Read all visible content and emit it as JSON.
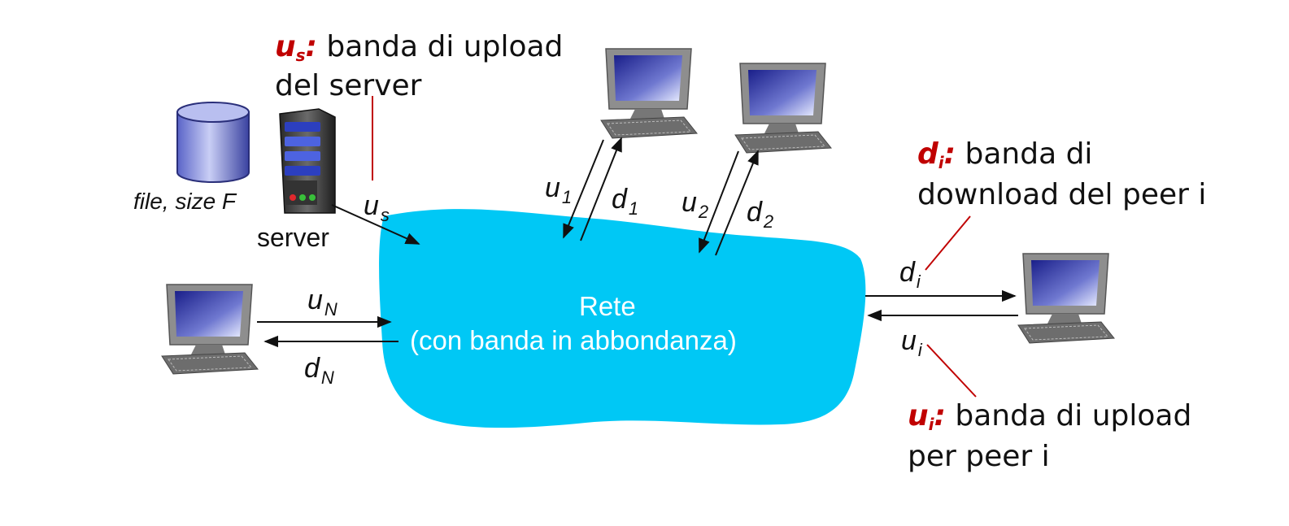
{
  "file_label": "file, size F",
  "server_label": "server",
  "network": {
    "line1": "Rete",
    "line2": "(con banda in abbondanza)"
  },
  "links": {
    "us": {
      "base": "u",
      "sub": "s"
    },
    "u1": {
      "base": "u",
      "sub": "1"
    },
    "d1": {
      "base": "d",
      "sub": "1"
    },
    "u2": {
      "base": "u",
      "sub": "2"
    },
    "d2": {
      "base": "d",
      "sub": "2"
    },
    "uN": {
      "base": "u",
      "sub": "N"
    },
    "dN": {
      "base": "d",
      "sub": "N"
    },
    "di": {
      "base": "d",
      "sub": "i"
    },
    "ui": {
      "base": "u",
      "sub": "i"
    }
  },
  "annotations": {
    "us": {
      "sym": "u",
      "sub": "s",
      "colon": ":",
      "line1": " banda di upload",
      "line2": "del server"
    },
    "di": {
      "sym": "d",
      "sub": "i",
      "colon": ":",
      "line1": " banda di",
      "line2": "download del peer i"
    },
    "ui": {
      "sym": "u",
      "sub": "i",
      "colon": ":",
      "line1": " banda di upload",
      "line2": "per peer i"
    }
  },
  "colors": {
    "network": "#00c8f5",
    "annotation": "#c00000",
    "arrow": "#111111"
  }
}
